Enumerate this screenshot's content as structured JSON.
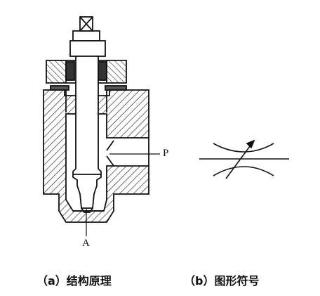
{
  "ports": {
    "pressure": "P",
    "outlet": "A"
  },
  "captions": {
    "structure": "（a）结构原理",
    "symbol": "（b）图形符号"
  }
}
